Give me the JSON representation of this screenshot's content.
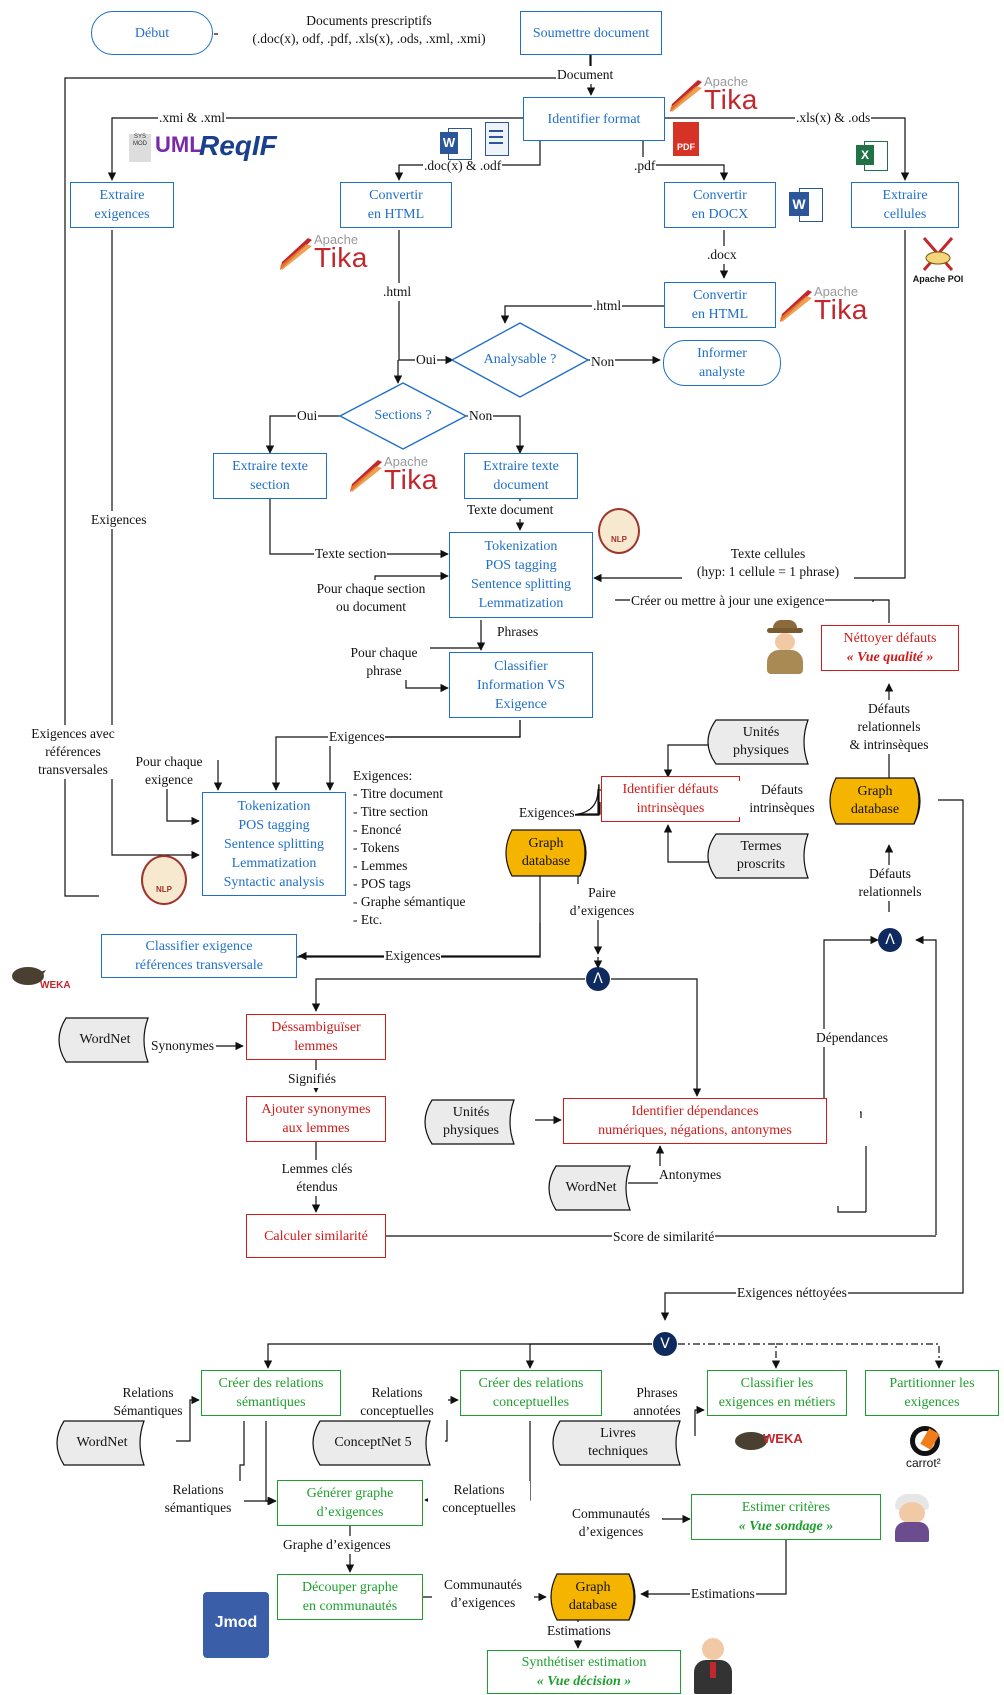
{
  "nodes": {
    "debut": "Début",
    "soumettre": "Soumettre document",
    "identifier_format": "Identifier format",
    "extraire_exigences": "Extraire\nexigences",
    "convertir_html_1": "Convertir\nen HTML",
    "convertir_docx": "Convertir\nen DOCX",
    "extraire_cellules": "Extraire\ncellules",
    "convertir_html_2": "Convertir\nen HTML",
    "analysable": "Analysable ?",
    "informer": "Informer\nanalyste",
    "sections": "Sections ?",
    "extraire_section": "Extraire texte\nsection",
    "extraire_document": "Extraire texte\ndocument",
    "tokenization_1": "Tokenization\nPOS tagging\nSentence splitting\nLemmatization",
    "classifier_info": "Classifier\nInformation VS\nExigence",
    "nettoyer_title": "Néttoyer défauts",
    "nettoyer_em": "« Vue qualité »",
    "identifier_defauts": "Identifier défauts\nintrinsèques",
    "tokenization_2": "Tokenization\nPOS tagging\nSentence splitting\nLemmatization\nSyntactic analysis",
    "classifier_ref": "Classifier exigence\nréférences transversale",
    "dessambiguiser": "Déssambiguïser\nlemmes",
    "ajouter_syn": "Ajouter synonymes\naux lemmes",
    "identifier_dep": "Identifier dépendances\nnumériques, négations, antonymes",
    "calculer_sim": "Calculer similarité",
    "creer_sem": "Créer des relations\nsémantiques",
    "creer_conc": "Créer des relations\nconceptuelles",
    "classifier_metiers": "Classifier les\nexigences en métiers",
    "partitionner": "Partitionner les\nexigences",
    "generer_graphe": "Générer graphe\nd’exigences",
    "decouper_graphe": "Découper graphe\nen communautés",
    "estimer_title": "Estimer critères",
    "estimer_em": "« Vue sondage »",
    "synthetiser_title": "Synthétiser estimation",
    "synthetiser_em": "« Vue décision »"
  },
  "sources": {
    "unites_1": "Unités\nphysiques",
    "termes": "Termes\nproscrits",
    "wordnet_1": "WordNet",
    "unites_2": "Unités\nphysiques",
    "wordnet_2": "WordNet",
    "wordnet_3": "WordNet",
    "conceptnet": "ConceptNet 5",
    "livres": "Livres\ntechniques"
  },
  "databases": {
    "db_label": "Graph\ndatabase"
  },
  "gates": {
    "and_symbol": "Λ",
    "or_symbol": "V"
  },
  "labels": {
    "documents_prescriptifs": "Documents prescriptifs\n(.doc(x), odf, .pdf, .xls(x), .ods, .xml, .xmi)",
    "document": "Document",
    "xmi_xml": ".xmi & .xml",
    "xls_ods": ".xls(x) & .ods",
    "doc_odf": ".doc(x) & .odf",
    "pdf": ".pdf",
    "docx": ".docx",
    "html_1": ".html",
    "html_2": ".html",
    "oui_1": "Oui",
    "non_1": "Non",
    "oui_2": "Oui",
    "non_2": "Non",
    "exigences_left": "Exigences",
    "texte_document": "Texte document",
    "texte_section": "Texte section",
    "texte_cellules": "Texte cellules\n(hyp: 1 cellule = 1 phrase)",
    "pour_chaque_section": "Pour chaque section\nou document",
    "phrases": "Phrases",
    "pour_chaque_phrase": "Pour chaque\nphrase",
    "creer_maj": "Créer ou mettre à jour une exigence",
    "exigences_avec_ref": "Exigences avec\nréférences\ntransversales",
    "exigences_mid": "Exigences",
    "pour_chaque_exigence": "Pour chaque\nexigence",
    "exigences_list": "Exigences:\n- Titre document\n- Titre section\n- Enoncé\n- Tokens\n- Lemmes\n- POS tags\n- Graphe sémantique\n- Etc.",
    "exigences_db": "Exigences",
    "defauts_intrinseques": "Défauts\nintrinsèques",
    "defauts_rel_intr": "Défauts\nrelationnels\n& intrinsèques",
    "defauts_relationnels": "Défauts\nrelationnels",
    "paire": "Paire\nd’exigences",
    "exigences_classif": "Exigences",
    "synonymes": "Synonymes",
    "signifies": "Signifiés",
    "dependances": "Dépendances",
    "lemmes_cles": "Lemmes clés\nétendus",
    "antonymes": "Antonymes",
    "score": "Score de similarité",
    "exigences_nettoyees": "Exigences néttoyées",
    "relations_semantiques_1": "Relations\nSémantiques",
    "relations_conceptuelles_1": "Relations\nconceptuelles",
    "phrases_annotees": "Phrases\nannotées",
    "relations_semantiques_2": "Relations\nsémantiques",
    "relations_conceptuelles_2": "Relations\nconceptuelles",
    "graphe_exigences": "Graphe d’exigences",
    "communautes_1": "Communautés\nd’exigences",
    "communautes_2": "Communautés\nd’exigences",
    "estimations_1": "Estimations",
    "estimations_2": "Estimations"
  },
  "logos": {
    "apache_small": "Apache",
    "tika": "Tika",
    "reqif": "ReqIF",
    "uml": "UML",
    "pdf": "PDF",
    "apache_poi": "Apache POI",
    "nlp": "NLP",
    "weka": "WEKA",
    "carrot": "carrot²",
    "jmod": "Jmod"
  },
  "colors": {
    "blue": "#1f6fc8",
    "red": "#d11a1a",
    "green": "#1e9e2e",
    "db_fill": "#f5b400",
    "gate": "#0f2a5e"
  }
}
